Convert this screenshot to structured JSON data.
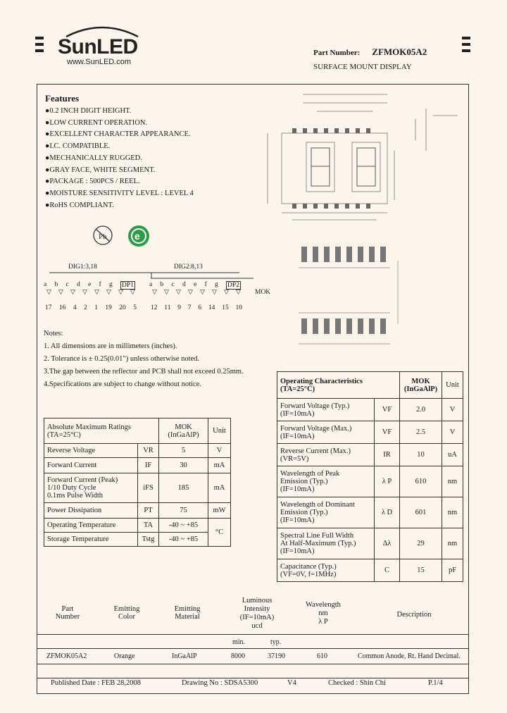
{
  "header": {
    "logo": "SunLED",
    "url": "www.SunLED.com",
    "part_number_label": "Part Number:",
    "part_number": "ZFMOK05A2",
    "subtitle": "SURFACE MOUNT DISPLAY"
  },
  "features": {
    "title": "Features",
    "items": [
      "●0.2 INCH DIGIT HEIGHT.",
      "●LOW CURRENT OPERATION.",
      "●EXCELLENT CHARACTER APPEARANCE.",
      "●I.C. COMPATIBLE.",
      "●MECHANICALLY RUGGED.",
      "●GRAY FACE, WHITE SEGMENT.",
      "●PACKAGE : 500PCS / REEL.",
      "●MOISTURE SENSITIVITY LEVEL : LEVEL 4",
      "●RoHS COMPLIANT."
    ]
  },
  "circuit": {
    "dig1_label": "DIG1:3,18",
    "dig2_label": "DIG2:8,13",
    "dig1_segments": [
      "a",
      "b",
      "c",
      "d",
      "e",
      "f",
      "g",
      "DP1"
    ],
    "dig2_segments": [
      "a",
      "b",
      "c",
      "d",
      "e",
      "f",
      "g",
      "DP2"
    ],
    "dig1_pins": [
      "17",
      "16",
      "4",
      "2",
      "1",
      "19",
      "20",
      "5"
    ],
    "dig2_pins": [
      "12",
      "11",
      "9",
      "7",
      "6",
      "14",
      "15",
      "10"
    ],
    "label": "MOK"
  },
  "notes": {
    "title": "Notes:",
    "items": [
      "1. All dimensions are in millimeters (inches).",
      "2. Tolerance is ± 0.25(0.01\") unless otherwise noted.",
      "3.The gap between the reflector and PCB shall not exceed 0.25mm.",
      "4.Specifications are subject to change without notice."
    ]
  },
  "abs_max": {
    "title_line1": "Absolute Maximum Ratings",
    "title_line2": "(TA=25°C)",
    "col_line1": "MOK",
    "col_line2": "(InGaAlP)",
    "unit_header": "Unit",
    "rows": [
      {
        "p1": "Reverse Voltage",
        "p2": "",
        "p3": "",
        "sym": "VR",
        "val": "5",
        "unit": "V"
      },
      {
        "p1": "Forward Current",
        "p2": "",
        "p3": "",
        "sym": "IF",
        "val": "30",
        "unit": "mA"
      },
      {
        "p1": "Forward Current (Peak)",
        "p2": "1/10 Duty Cycle",
        "p3": "0.1ms Pulse Width",
        "sym": "iFS",
        "val": "185",
        "unit": "mA"
      },
      {
        "p1": "Power Dissipation",
        "p2": "",
        "p3": "",
        "sym": "PT",
        "val": "75",
        "unit": "mW"
      },
      {
        "p1": "Operating Temperature",
        "p2": "",
        "p3": "",
        "sym": "TA",
        "val": "-40 ~ +85",
        "unit": "°C"
      },
      {
        "p1": "Storage Temperature",
        "p2": "",
        "p3": "",
        "sym": "Tstg",
        "val": "-40 ~ +85",
        "unit": ""
      }
    ]
  },
  "op_char": {
    "title_line1": "Operating Characteristics",
    "title_line2": "(TA=25°C)",
    "col_line1": "MOK",
    "col_line2": "(InGaAlP)",
    "unit_header": "Unit",
    "rows": [
      {
        "p1": "Forward Voltage (Typ.)",
        "p2": "(IF=10mA)",
        "p3": "",
        "sym": "VF",
        "val": "2.0",
        "unit": "V"
      },
      {
        "p1": "Forward Voltage (Max.)",
        "p2": "(IF=10mA)",
        "p3": "",
        "sym": "VF",
        "val": "2.5",
        "unit": "V"
      },
      {
        "p1": "Reverse Current (Max.)",
        "p2": "(VR=5V)",
        "p3": "",
        "sym": "IR",
        "val": "10",
        "unit": "uA"
      },
      {
        "p1": "Wavelength of Peak",
        "p2": "Emission (Typ.)",
        "p3": "(IF=10mA)",
        "sym": "λ P",
        "val": "610",
        "unit": "nm"
      },
      {
        "p1": "Wavelength of Dominant",
        "p2": "Emission (Typ.)",
        "p3": "(IF=10mA)",
        "sym": "λ D",
        "val": "601",
        "unit": "nm"
      },
      {
        "p1": "Spectral Line Full Width",
        "p2": "At Half-Maximum (Typ.)",
        "p3": "(IF=10mA)",
        "sym": "Δλ",
        "val": "29",
        "unit": "nm"
      },
      {
        "p1": "Capacitance (Typ.)",
        "p2": "(VF=0V, f=1MHz)",
        "p3": "",
        "sym": "C",
        "val": "15",
        "unit": "pF"
      }
    ]
  },
  "selection": {
    "h_part1": "Part",
    "h_part2": "Number",
    "h_color1": "Emitting",
    "h_color2": "Color",
    "h_mat1": "Emitting",
    "h_mat2": "Material",
    "h_lum1": "Luminous",
    "h_lum2": "Intensity",
    "h_lum3": "(IF=10mA)",
    "h_lum4": "ucd",
    "h_wl1": "Wavelength",
    "h_wl2": "nm",
    "h_wl3": "λ P",
    "h_desc": "Description",
    "min": "min.",
    "typ": "typ.",
    "row": {
      "part": "ZFMOK05A2",
      "color": "Orange",
      "material": "InGaAlP",
      "min": "8000",
      "typ": "37190",
      "wl": "610",
      "desc": "Common Anode, Rt. Hand Decimal."
    }
  },
  "footer": {
    "published": "Published Date : FEB 28,2008",
    "drawing": "Drawing No : SDSA5300",
    "version": "V4",
    "checked": "Checked : Shin Chi",
    "page": "P.1/4"
  }
}
